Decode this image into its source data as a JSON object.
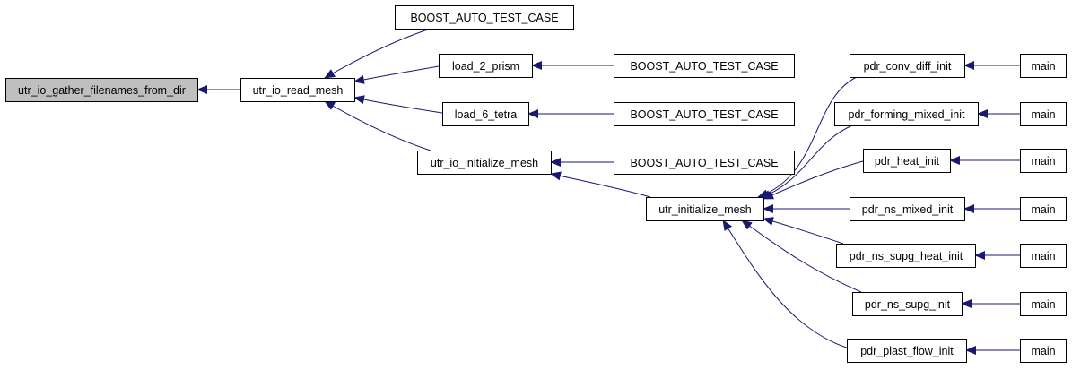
{
  "graph": {
    "colors": {
      "edge": "#191970",
      "node_border": "#000000",
      "node_fill": "#ffffff",
      "focus_fill": "#bfbfbf",
      "background": "#ffffff"
    },
    "nodes": [
      {
        "id": "n_gather",
        "label": "utr_io_gather_filenames_from_dir",
        "focus": true
      },
      {
        "id": "n_read_mesh",
        "label": "utr_io_read_mesh"
      },
      {
        "id": "n_boost1",
        "label": "BOOST_AUTO_TEST_CASE"
      },
      {
        "id": "n_load2",
        "label": "load_2_prism"
      },
      {
        "id": "n_boost2",
        "label": "BOOST_AUTO_TEST_CASE"
      },
      {
        "id": "n_load6",
        "label": "load_6_tetra"
      },
      {
        "id": "n_boost3",
        "label": "BOOST_AUTO_TEST_CASE"
      },
      {
        "id": "n_io_init",
        "label": "utr_io_initialize_mesh"
      },
      {
        "id": "n_boost4",
        "label": "BOOST_AUTO_TEST_CASE"
      },
      {
        "id": "n_init_mesh",
        "label": "utr_initialize_mesh"
      },
      {
        "id": "n_conv",
        "label": "pdr_conv_diff_init"
      },
      {
        "id": "n_forming",
        "label": "pdr_forming_mixed_init"
      },
      {
        "id": "n_heat",
        "label": "pdr_heat_init"
      },
      {
        "id": "n_ns_mixed",
        "label": "pdr_ns_mixed_init"
      },
      {
        "id": "n_supg_heat",
        "label": "pdr_ns_supg_heat_init"
      },
      {
        "id": "n_supg",
        "label": "pdr_ns_supg_init"
      },
      {
        "id": "n_plast",
        "label": "pdr_plast_flow_init"
      },
      {
        "id": "n_main1",
        "label": "main"
      },
      {
        "id": "n_main2",
        "label": "main"
      },
      {
        "id": "n_main3",
        "label": "main"
      },
      {
        "id": "n_main4",
        "label": "main"
      },
      {
        "id": "n_main5",
        "label": "main"
      },
      {
        "id": "n_main6",
        "label": "main"
      },
      {
        "id": "n_main7",
        "label": "main"
      }
    ],
    "edges": [
      {
        "from": "n_read_mesh",
        "to": "n_gather"
      },
      {
        "from": "n_boost1",
        "to": "n_read_mesh"
      },
      {
        "from": "n_load2",
        "to": "n_read_mesh"
      },
      {
        "from": "n_load6",
        "to": "n_read_mesh"
      },
      {
        "from": "n_io_init",
        "to": "n_read_mesh"
      },
      {
        "from": "n_boost2",
        "to": "n_load2"
      },
      {
        "from": "n_boost3",
        "to": "n_load6"
      },
      {
        "from": "n_boost4",
        "to": "n_io_init"
      },
      {
        "from": "n_init_mesh",
        "to": "n_io_init"
      },
      {
        "from": "n_conv",
        "to": "n_init_mesh"
      },
      {
        "from": "n_forming",
        "to": "n_init_mesh"
      },
      {
        "from": "n_heat",
        "to": "n_init_mesh"
      },
      {
        "from": "n_ns_mixed",
        "to": "n_init_mesh"
      },
      {
        "from": "n_supg_heat",
        "to": "n_init_mesh"
      },
      {
        "from": "n_supg",
        "to": "n_init_mesh"
      },
      {
        "from": "n_plast",
        "to": "n_init_mesh"
      },
      {
        "from": "n_main1",
        "to": "n_conv"
      },
      {
        "from": "n_main2",
        "to": "n_forming"
      },
      {
        "from": "n_main3",
        "to": "n_heat"
      },
      {
        "from": "n_main4",
        "to": "n_ns_mixed"
      },
      {
        "from": "n_main5",
        "to": "n_supg_heat"
      },
      {
        "from": "n_main6",
        "to": "n_supg"
      },
      {
        "from": "n_main7",
        "to": "n_plast"
      }
    ]
  }
}
